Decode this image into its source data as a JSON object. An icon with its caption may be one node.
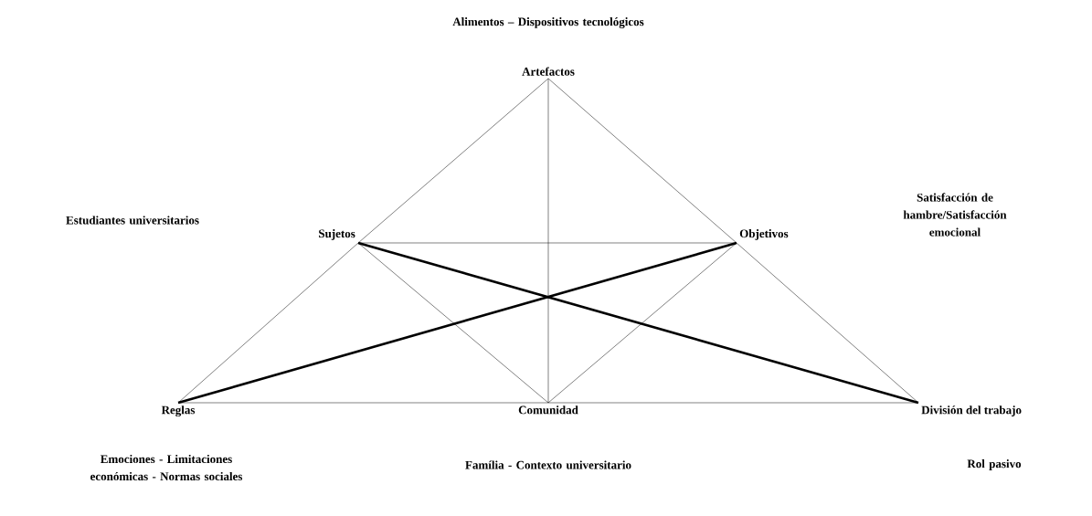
{
  "diagram": {
    "nodes": [
      {
        "text": [
          "Artefactos"
        ],
        "beside": [
          "Alimentos – Dispositivos tecnológicos"
        ]
      },
      {
        "text": [
          "Sujetos"
        ]
      },
      {
        "text": [
          "Objetivos"
        ]
      },
      {
        "text": [
          "Reglas"
        ],
        "beside": [
          "Emociones - Limitaciones económicas - Normas sociales"
        ]
      },
      {
        "text": [
          "Comunidad"
        ],
        "beside": [
          "Família - Contexto universitario"
        ]
      },
      {
        "text": [
          "División del trabajo"
        ],
        "beside": [
          "Rol pasivo"
        ]
      }
    ],
    "edges": [
      {
        "from": 0,
        "to": 1,
        "arrow": "none"
      },
      {
        "from": 1,
        "to": 3,
        "arrow": "none"
      },
      {
        "from": 0,
        "to": 2,
        "arrow": "none"
      },
      {
        "from": 2,
        "to": 5,
        "arrow": "none"
      },
      {
        "from": 3,
        "to": 4,
        "arrow": "none"
      },
      {
        "from": 4,
        "to": 5,
        "arrow": "none"
      },
      {
        "from": 0,
        "to": 4,
        "arrow": "none"
      },
      {
        "from": 1,
        "to": 2,
        "arrow": "none"
      },
      {
        "from": 1,
        "to": 5,
        "arrow": "none",
        "style": "thick"
      },
      {
        "from": 2,
        "to": 3,
        "arrow": "none",
        "style": "thick"
      },
      {
        "from": 1,
        "to": 4,
        "arrow": "none"
      },
      {
        "from": 2,
        "to": 4,
        "arrow": "none"
      }
    ],
    "labels": [
      "Satisfacción de hambre/Satisfacción emocional",
      "Estudiantes universitarios"
    ]
  }
}
